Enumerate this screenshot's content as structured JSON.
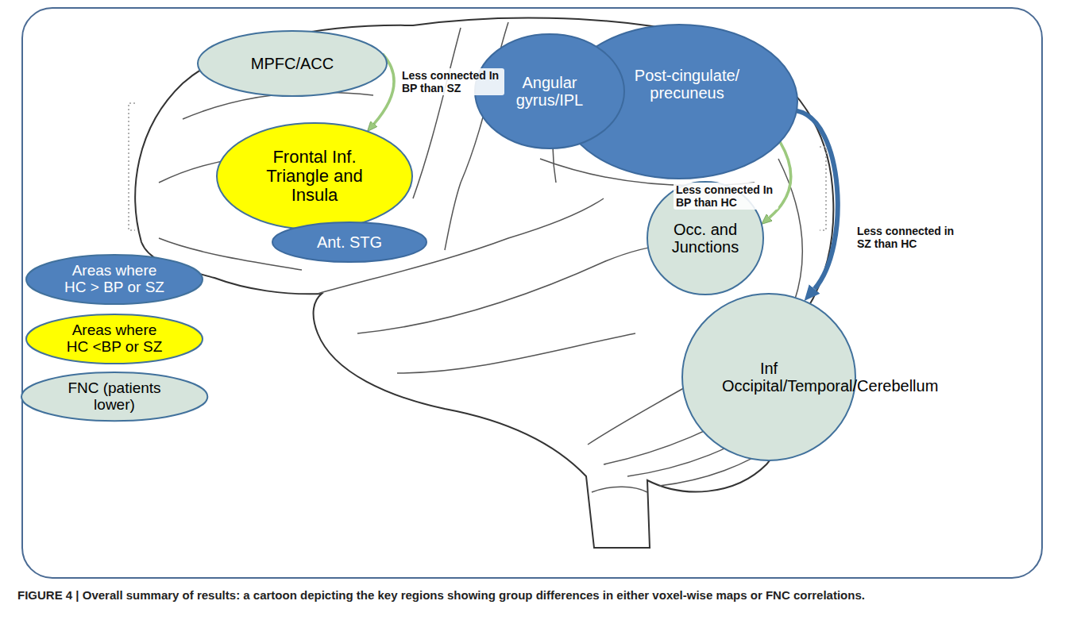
{
  "diagram": {
    "caption": "FIGURE 4 | Overall summary of results: a cartoon depicting the key regions showing group differences in either voxel-wise maps or FNC correlations.",
    "nodes": [
      {
        "text": [
          "MPFC/ACC"
        ]
      },
      {
        "text": [
          "Frontal Inf. Triangle and Insula"
        ]
      },
      {
        "text": [
          "Ant. STG"
        ]
      },
      {
        "text": [
          "Angular gyrus/IPL"
        ]
      },
      {
        "text": [
          "Post-cingulate/ precuneus"
        ]
      },
      {
        "text": [
          "Occ. and Junctions"
        ]
      },
      {
        "text": [
          "Inf Occipital/Temporal/Cerebellum"
        ]
      }
    ],
    "edges": [
      {
        "from": 0,
        "to": 1,
        "arrow": "to",
        "label": "Less connected In BP than SZ"
      },
      {
        "from": 4,
        "to": 5,
        "arrow": "to",
        "label": "Less connected In BP than HC"
      },
      {
        "from": 4,
        "to": 6,
        "arrow": "to",
        "label": "Less connected in SZ than HC"
      }
    ],
    "legend": [
      {
        "text": "Areas where HC > BP or SZ",
        "color": "#4f81bd"
      },
      {
        "text": "Areas where HC <BP or SZ",
        "color": "#ffff00"
      },
      {
        "text": "FNC (patients lower)",
        "color": "#d6e4dc"
      }
    ]
  }
}
